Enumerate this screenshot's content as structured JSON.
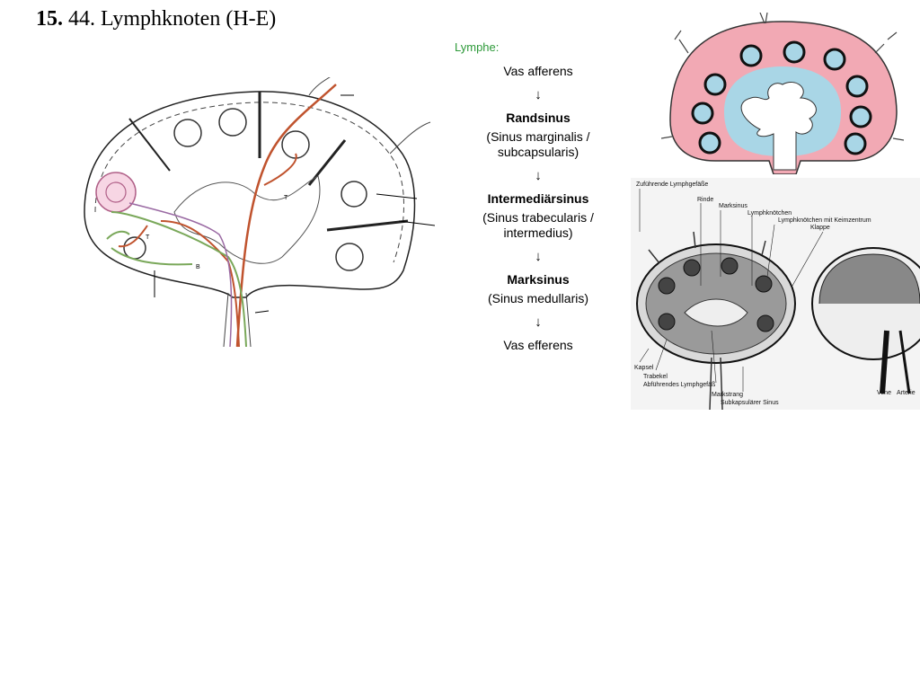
{
  "title": {
    "number": "15.",
    "text": "44. Lymphknoten (H-E)"
  },
  "flow": {
    "label": "Lymphe:",
    "steps": [
      "Vas afferens",
      "↓",
      "Randsinus",
      "(Sinus marginalis / subcapsularis)",
      "↓",
      "Intermediärsinus",
      "(Sinus trabecularis / intermedius)",
      "↓",
      "Marksinus",
      "(Sinus medullaris)",
      "↓",
      "Vas efferens"
    ]
  },
  "left_diagram": {
    "labels": [
      "T",
      "T",
      "B"
    ]
  },
  "bottom_diagram": {
    "labels": {
      "zufuehrende": "Zuführende Lymphgefäße",
      "rinde": "Rinde",
      "marksinus": "Marksinus",
      "lymphknoetchen": "Lymphknötchen",
      "keimzentrum": "Lymphknötchen mit Keimzentrum",
      "klappe": "Klappe",
      "kapsel": "Kapsel",
      "trabekel": "Trabekel",
      "abfuehrend": "Abführendes Lymphgefäß",
      "markstrang": "Markstrang",
      "subkapsulaer": "Subkapsulärer Sinus",
      "vene": "Vene",
      "arterie": "Arterie"
    }
  },
  "colors": {
    "flow_label": "#2e9a3a",
    "cortex_pink": "#f2a9b4",
    "sinus_blue": "#a9d6e6",
    "afferent_red": "#c0532e",
    "efferent_green": "#7aa85a"
  }
}
